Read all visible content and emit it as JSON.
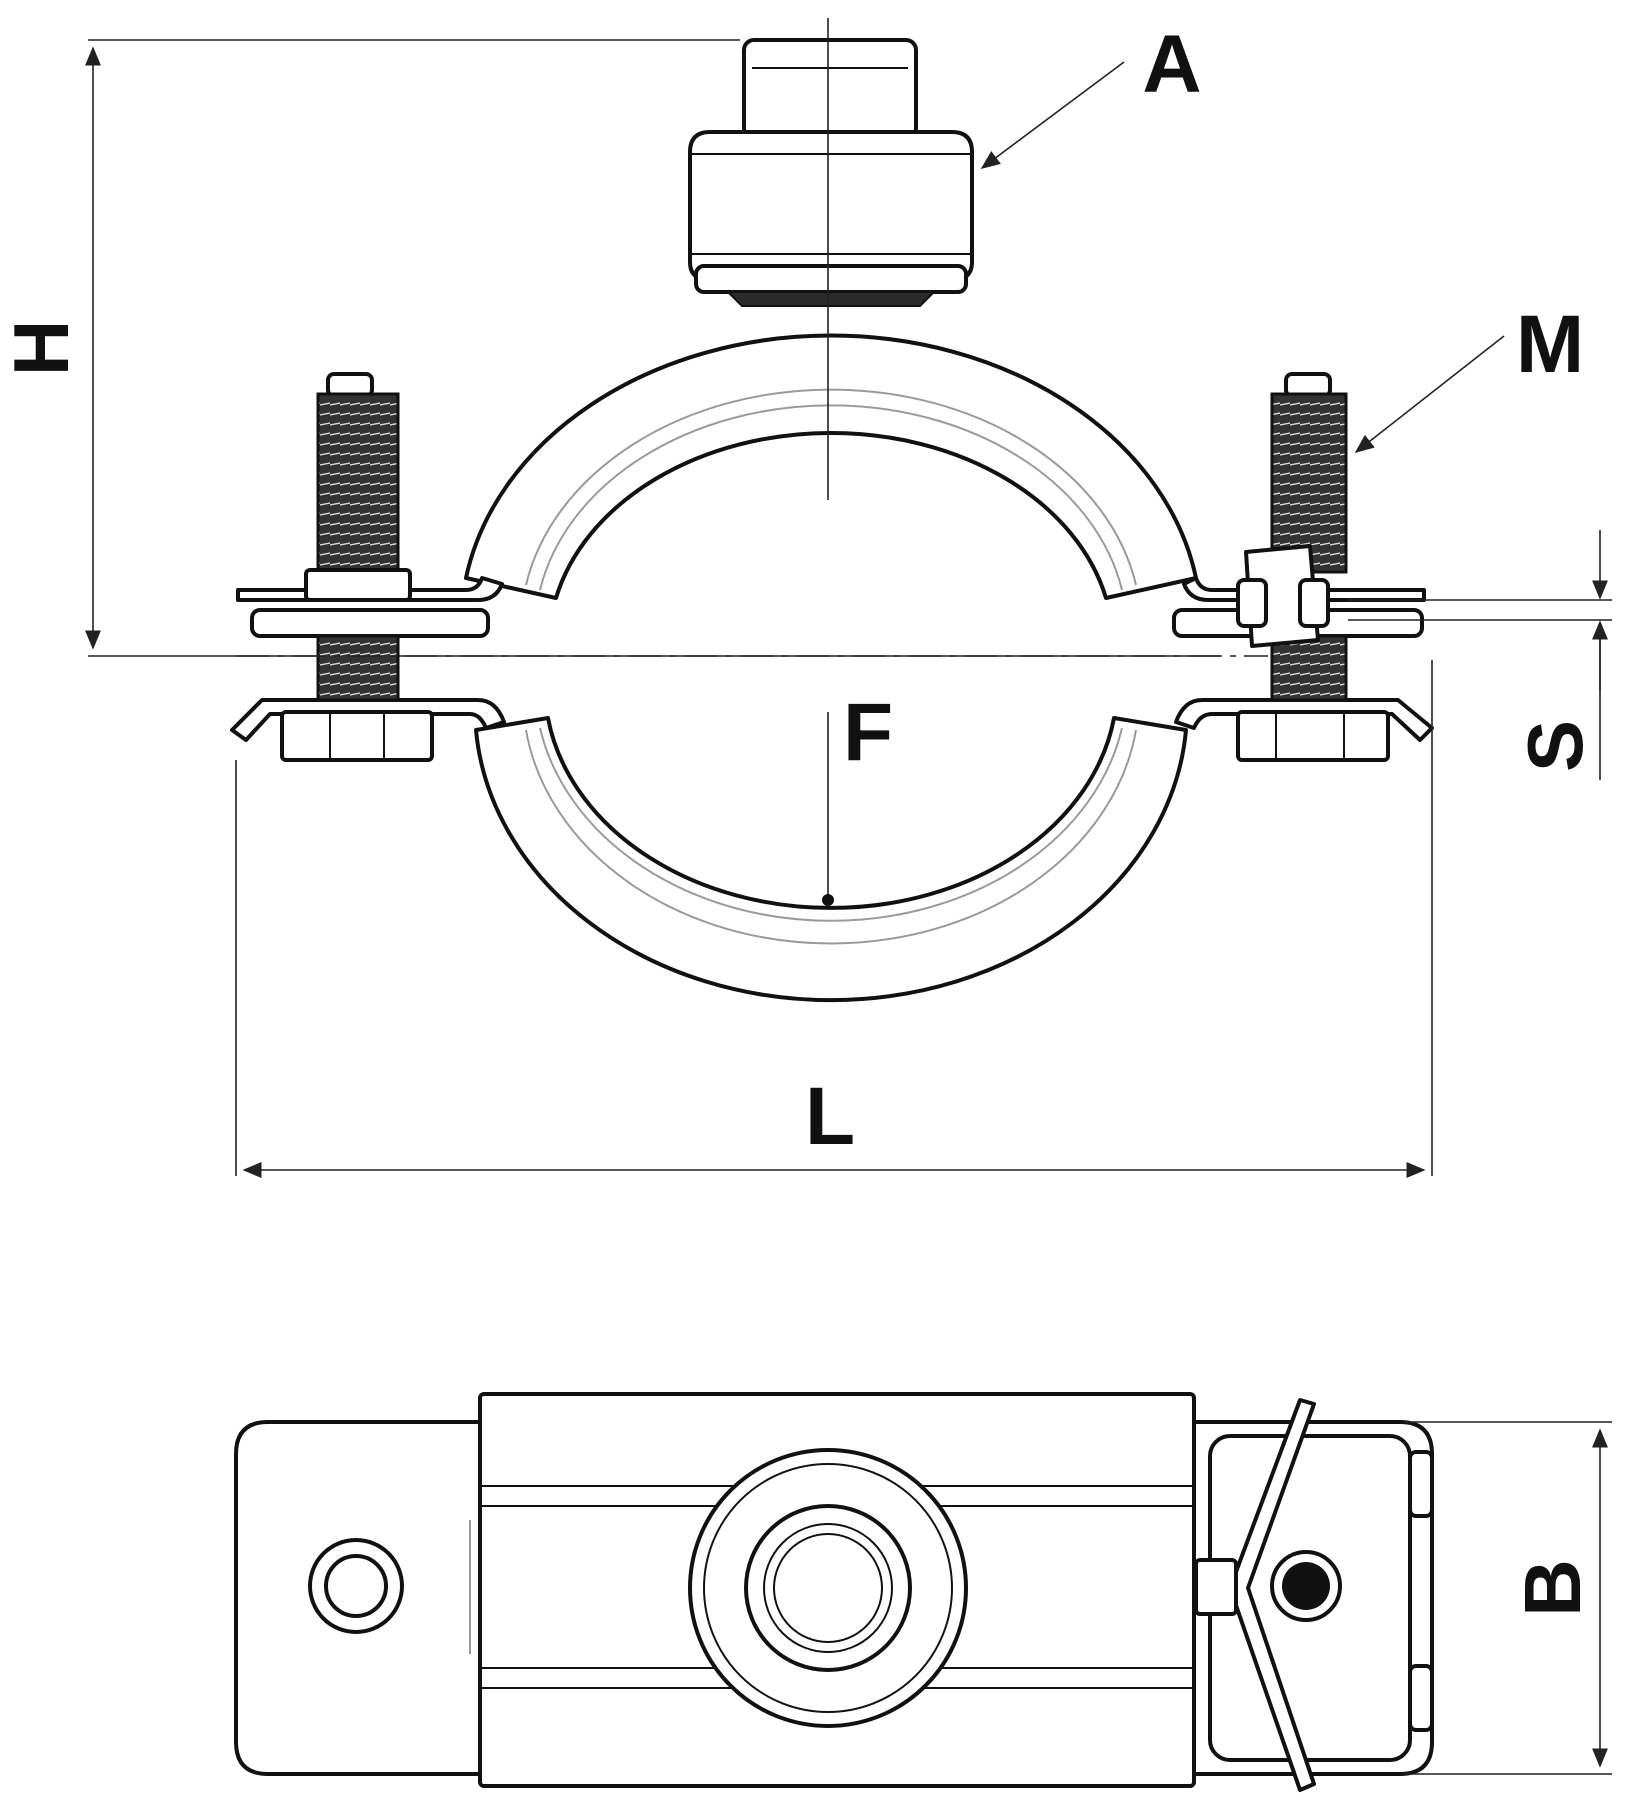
{
  "labels": {
    "A": "A",
    "M": "M",
    "H": "H",
    "S": "S",
    "F": "F",
    "L": "L",
    "B": "B"
  },
  "colors": {
    "line": "#111111",
    "background": "#ffffff"
  }
}
